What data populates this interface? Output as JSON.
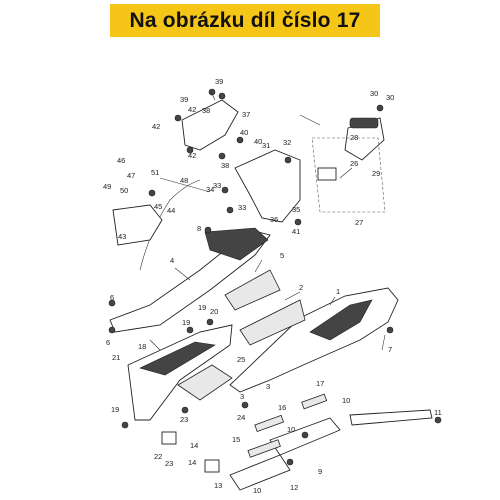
{
  "banner": {
    "text": "Na obrázku díl číslo 17",
    "color": "#f5c518"
  },
  "labels": [
    "1",
    "2",
    "3",
    "3",
    "4",
    "5",
    "6",
    "6",
    "7",
    "8",
    "9",
    "10",
    "10",
    "10",
    "11",
    "12",
    "13",
    "14",
    "14",
    "15",
    "16",
    "17",
    "18",
    "19",
    "19",
    "19",
    "20",
    "21",
    "22",
    "23",
    "23",
    "24",
    "25",
    "26",
    "27",
    "28",
    "29",
    "30",
    "30",
    "31",
    "32",
    "33",
    "33",
    "34",
    "35",
    "36",
    "37",
    "38",
    "38",
    "39",
    "39",
    "40",
    "40",
    "41",
    "42",
    "42",
    "42",
    "43",
    "44",
    "45",
    "46",
    "47",
    "48",
    "49",
    "50",
    "51"
  ]
}
